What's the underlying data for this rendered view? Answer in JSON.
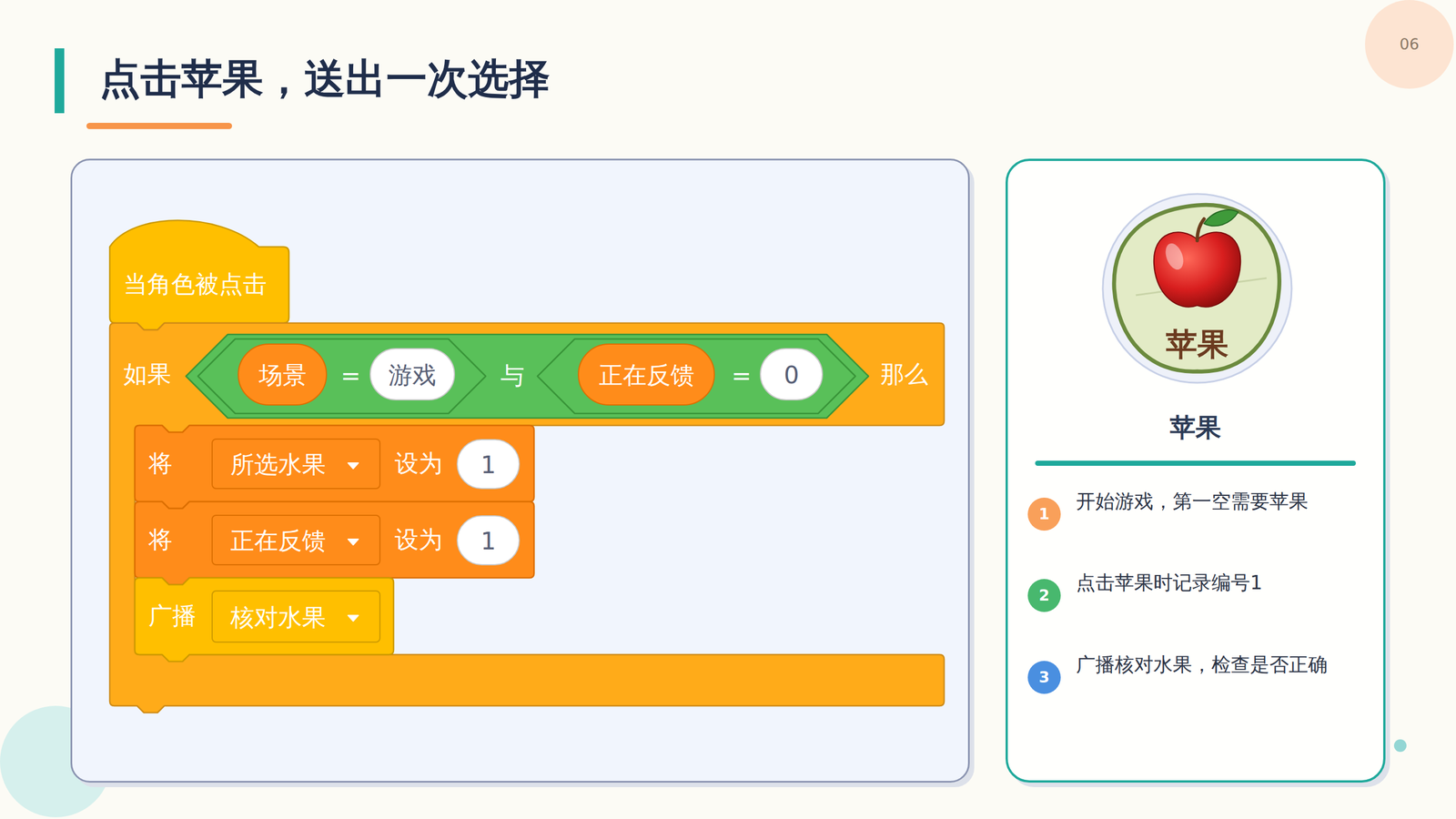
{
  "diagram": {
    "title": "点击苹果，送出一次选择",
    "nodes": [
      {
        "text": [
          "当角色被点击"
        ]
      },
      {
        "text": [
          "如果",
          "那么"
        ]
      },
      {
        "text": [
          "与"
        ],
        "in": 1
      },
      {
        "text": [
          "="
        ],
        "in": 2
      },
      {
        "text": [
          "场景"
        ],
        "in": 3
      },
      {
        "text": [
          "游戏"
        ],
        "in": 3
      },
      {
        "text": [
          "="
        ],
        "in": 2
      },
      {
        "text": [
          "正在反馈"
        ],
        "in": 6
      },
      {
        "text": [
          "0"
        ],
        "in": 6
      },
      {
        "text": [
          "将",
          "设为"
        ],
        "in": 1
      },
      {
        "text": [
          "所选水果"
        ],
        "in": 9
      },
      {
        "text": [
          "1"
        ],
        "in": 9
      },
      {
        "text": [
          "将",
          "设为"
        ],
        "in": 1
      },
      {
        "text": [
          "正在反馈"
        ],
        "in": 12
      },
      {
        "text": [
          "1"
        ],
        "in": 12
      },
      {
        "text": [
          "广播"
        ],
        "in": 1
      },
      {
        "text": [
          "核对水果"
        ],
        "in": 15
      },
      {
        "text": [
          "苹果"
        ]
      },
      {
        "text": [
          "苹果"
        ],
        "in": 17
      },
      {
        "text": [
          "1"
        ],
        "in": 17
      },
      {
        "text": [
          "2"
        ],
        "in": 17
      },
      {
        "text": [
          "3"
        ],
        "in": 17
      }
    ],
    "labels": [
      "06",
      "开始游戏，第一空需要苹果",
      "点击苹果时记录编号1",
      "广播核对水果，检查是否正确"
    ]
  }
}
